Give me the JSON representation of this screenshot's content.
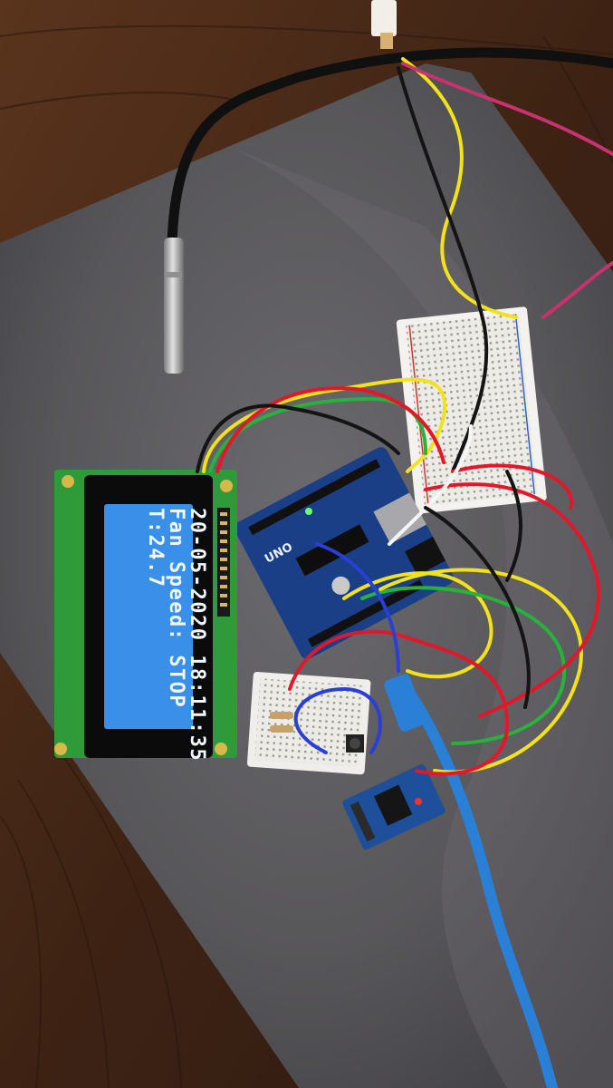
{
  "photo": {
    "subject": "Arduino fan controller prototype on a breadboard with a 20x4 LCD"
  },
  "lcd": {
    "line1": "20-05-2020  18:11:35",
    "line2": "Fan Speed: STOP",
    "line3": "T:24.7",
    "line4": "",
    "backlight_color": "#3a8fe8",
    "board_color": "#2e9a3a"
  },
  "arduino": {
    "board_label": "UNO",
    "board_color": "#1b3f86"
  },
  "rtc_module": {
    "board_color": "#1d4f9a"
  },
  "colors": {
    "wood": "#4a2a18",
    "mat": "#5c5a5c",
    "wire_yellow": "#f2e21c",
    "wire_red": "#e3172a",
    "wire_green": "#27b23b",
    "wire_black": "#141414",
    "wire_magenta": "#c8326e",
    "usb_cable": "#2a7fd6"
  }
}
